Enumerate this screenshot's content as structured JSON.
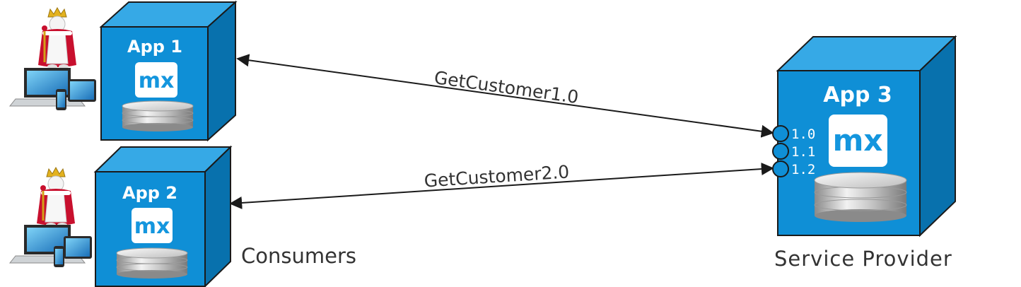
{
  "colors": {
    "cube_front": "#0f8fd6",
    "cube_top": "#36a9e6",
    "cube_side": "#0871ad",
    "edge": "#1a1a1a",
    "mx_tile": "#ffffff",
    "mx_text": "#1496de",
    "text": "#333333"
  },
  "apps": [
    {
      "title": "App 1",
      "logo": "mx"
    },
    {
      "title": "App 2",
      "logo": "mx"
    },
    {
      "title": "App 3",
      "logo": "mx",
      "versions": [
        "1.0",
        "1.1",
        "1.2"
      ]
    }
  ],
  "connections": [
    {
      "label": "GetCustomer1.0",
      "from": "App 1",
      "to": "App 3 v1.0"
    },
    {
      "label": "GetCustomer2.0",
      "from": "App 2",
      "to": "App 3 v1.2"
    }
  ],
  "captions": {
    "consumers": "Consumers",
    "provider": "Service Provider"
  },
  "icons": [
    "king-user-icon",
    "devices-icon",
    "database-icon",
    "mx-logo-icon"
  ]
}
